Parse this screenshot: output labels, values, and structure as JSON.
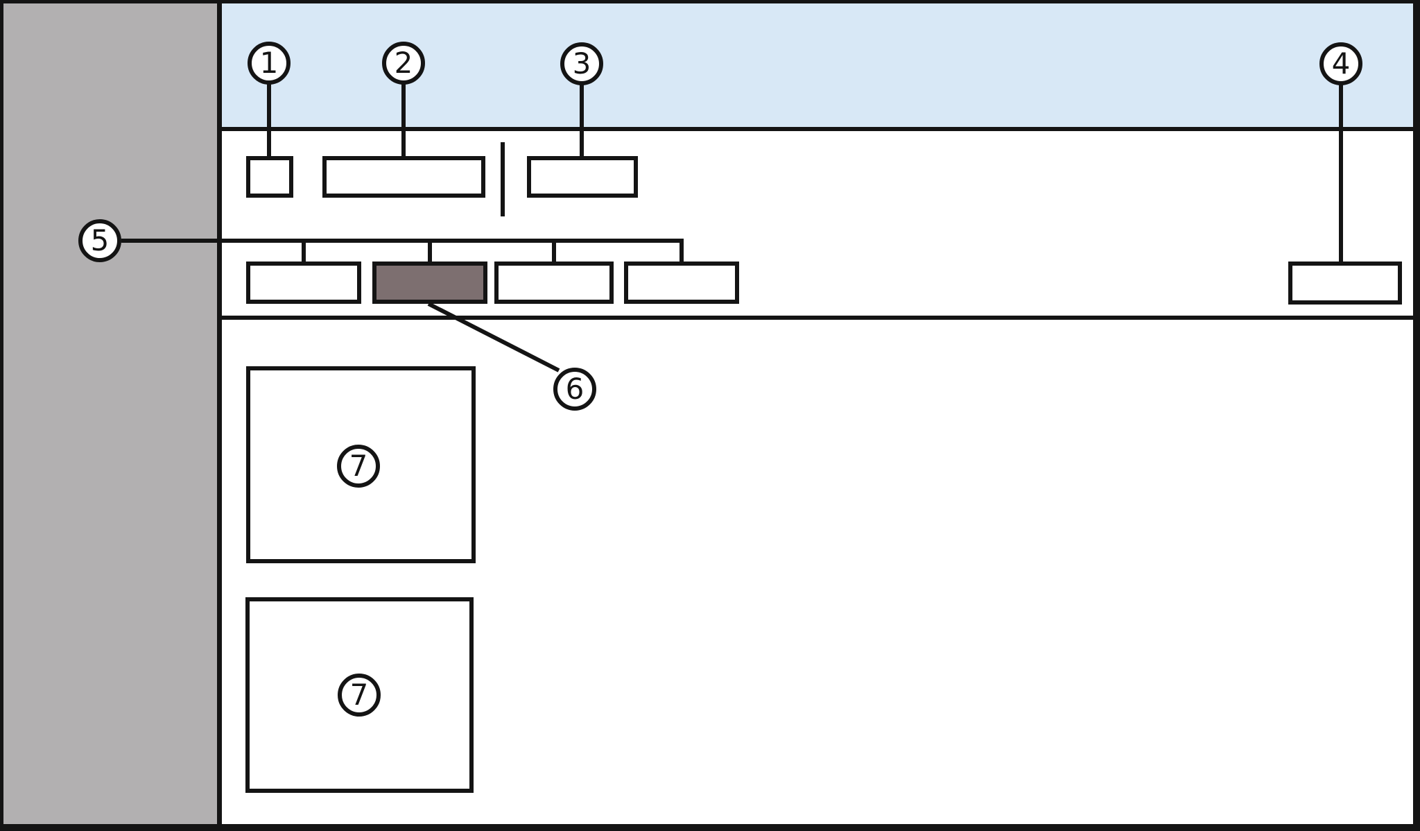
{
  "diagram_type": "ui-wireframe-with-numbered-callouts",
  "colors": {
    "canvas": "#ffffff",
    "line": "#141414",
    "sidebar_fill": "#b2b0b1",
    "header_fill": "#d8e8f6",
    "highlight_fill": "#7d6f70",
    "box_fill": "#ffffff"
  },
  "callouts": [
    {
      "label": "1",
      "points_to": "toolbar-small-button"
    },
    {
      "label": "2",
      "points_to": "toolbar-wide-button"
    },
    {
      "label": "3",
      "points_to": "toolbar-secondary-button"
    },
    {
      "label": "4",
      "points_to": "toolbar-far-right-button"
    },
    {
      "label": "5",
      "points_to": "tab-row-group"
    },
    {
      "label": "6",
      "points_to": "highlighted-tab"
    },
    {
      "label": "7",
      "points_to": "content-panel-top"
    },
    {
      "label": "7",
      "points_to": "content-panel-bottom"
    }
  ]
}
